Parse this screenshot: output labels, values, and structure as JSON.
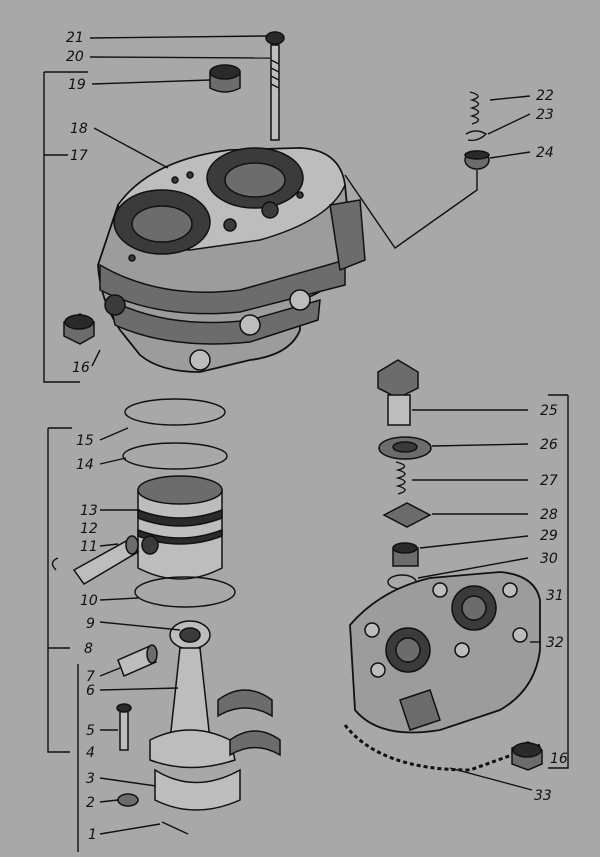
{
  "labels": {
    "l1": "1",
    "l2": "2",
    "l3": "3",
    "l4": "4",
    "l5": "5",
    "l6": "6",
    "l7": "7",
    "l8": "8",
    "l9": "9",
    "l10": "10",
    "l11": "11",
    "l12": "12",
    "l13": "13",
    "l14": "14",
    "l15": "15",
    "l16a": "16",
    "l16b": "16",
    "l17": "17",
    "l18": "18",
    "l19": "19",
    "l20": "20",
    "l21": "21",
    "l22": "22",
    "l23": "23",
    "l24": "24",
    "l25": "25",
    "l26": "26",
    "l27": "27",
    "l28": "28",
    "l29": "29",
    "l30": "30",
    "l31": "31",
    "l32": "32",
    "l33": "33"
  }
}
